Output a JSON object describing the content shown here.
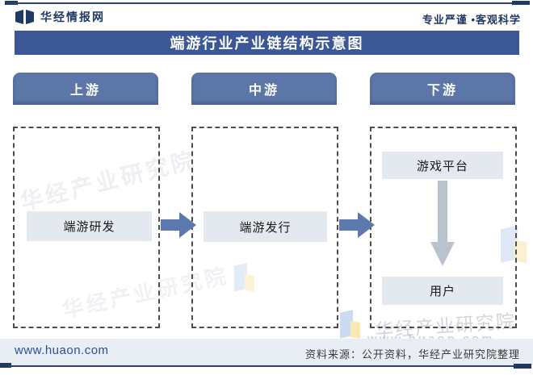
{
  "page": {
    "brand": "华经情报网",
    "slogan": "专业严谨 •客观科学",
    "title": "端游行业产业链结构示意图"
  },
  "chain": {
    "columns": [
      {
        "label": "上游"
      },
      {
        "label": "中游"
      },
      {
        "label": "下游"
      }
    ],
    "nodes": {
      "development": "端游研发",
      "publishing": "端游发行",
      "platform": "游戏平台",
      "user": "用户"
    },
    "edges": [
      [
        "端游研发",
        "端游发行"
      ],
      [
        "端游发行",
        "游戏平台"
      ],
      [
        "游戏平台",
        "用户"
      ]
    ]
  },
  "footer": {
    "website": "www.huaon.com",
    "source": "资料来源：公开资料，华经产业研究院整理"
  },
  "watermarks": {
    "agency": "华经产业研究院",
    "site": "www.huaon.com"
  },
  "colors": {
    "title_bar": "#3b5795",
    "column_header": "#5b76a7",
    "node_bg": "#e4e8ef",
    "arrow_blue": "#5b79ad",
    "arrow_gray": "#bac2cd",
    "brand_navy": "#1f3864",
    "footer_band": "#e9eef5"
  }
}
